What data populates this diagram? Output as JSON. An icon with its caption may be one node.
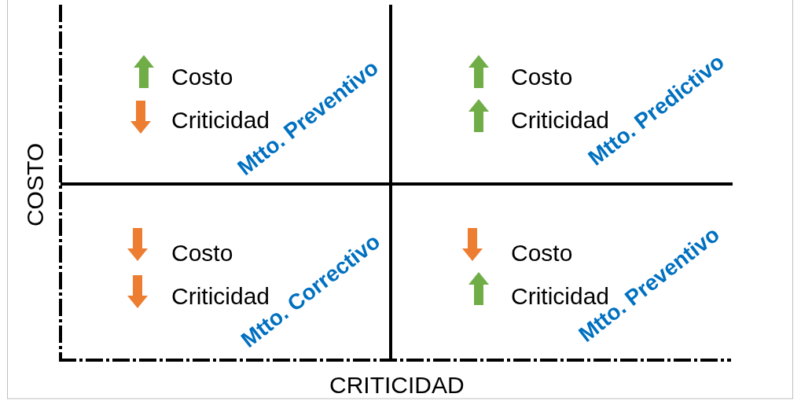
{
  "diagram": {
    "nodes": [
      {
        "text": [],
        "shape": "up-arrow"
      },
      {
        "text": [],
        "shape": "down-arrow"
      },
      {
        "text": [],
        "shape": "up-arrow"
      },
      {
        "text": [],
        "shape": "up-arrow"
      },
      {
        "text": [],
        "shape": "down-arrow"
      },
      {
        "text": [],
        "shape": "down-arrow"
      },
      {
        "text": [],
        "shape": "down-arrow"
      },
      {
        "text": [],
        "shape": "up-arrow"
      }
    ],
    "labels": [
      "Costo",
      "Criticidad",
      "Mtto. Preventivo",
      "Costo",
      "Criticidad",
      "Mtto. Predictivo",
      "COSTO",
      "Costo",
      "Criticidad",
      "Mtto. Correctivo",
      "Costo",
      "Criticidad",
      "Mtto. Preventivo",
      "CRITICIDAD"
    ]
  }
}
